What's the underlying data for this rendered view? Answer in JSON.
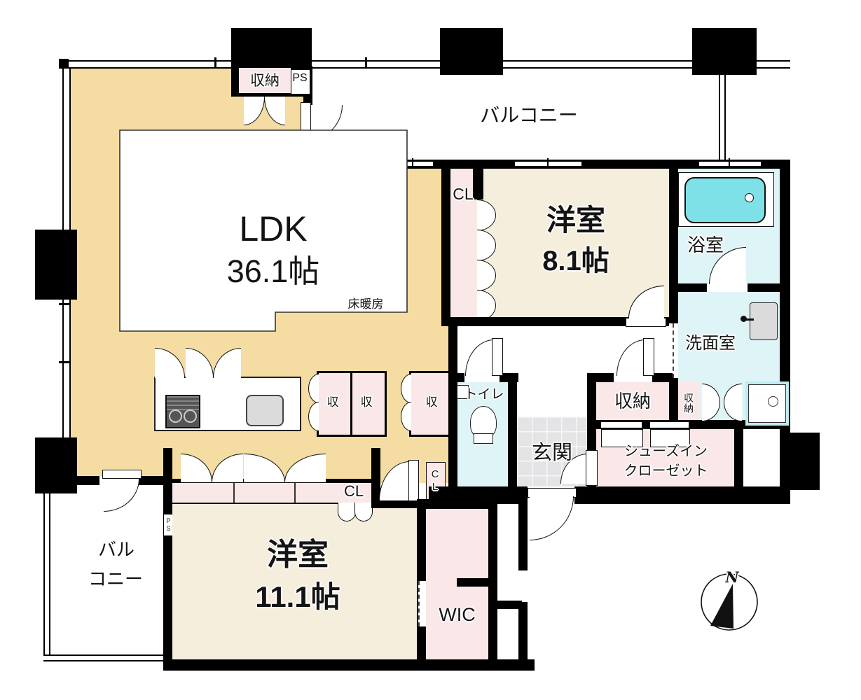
{
  "plan": {
    "type": "apartment-floor-plan",
    "colors": {
      "wall": "#000000",
      "ldk_fill": "#F4DCA2",
      "western_room_fill": "#F6EEDC",
      "closet_fill": "#FAE7E7",
      "wet_room_fill": "#DFF4F7",
      "bathtub_fill": "#7EE1E8",
      "entry_tile_fill": "#E4E4E6",
      "fixture_gray": "#DBDBDB"
    },
    "labels": {
      "balcony_top": "バルコニー",
      "storage_top": "収納",
      "ps_top": "PS",
      "cl_west8": "CL",
      "west8_name": "洋室",
      "west8_size": "8.1帖",
      "bath": "浴室",
      "ldk_name": "LDK",
      "ldk_size": "36.1帖",
      "floor_heating": "床暖房",
      "washroom": "洗面室",
      "storage_k1": "収",
      "storage_k2": "収",
      "storage_k3": "収",
      "toilet": "トイレ",
      "storage_hall": "収納",
      "storage_wash": "収納",
      "genkan": "玄関",
      "shoes_line1": "シューズイン",
      "shoes_line2": "クローゼット",
      "cl_bottom": "CL",
      "cl_vertical": "CL",
      "ps_left": "PS",
      "balcony_left_line1": "バル",
      "balcony_left_line2": "コニー",
      "west11_name": "洋室",
      "west11_size": "11.1帖",
      "wic": "WIC",
      "north": "N"
    }
  }
}
